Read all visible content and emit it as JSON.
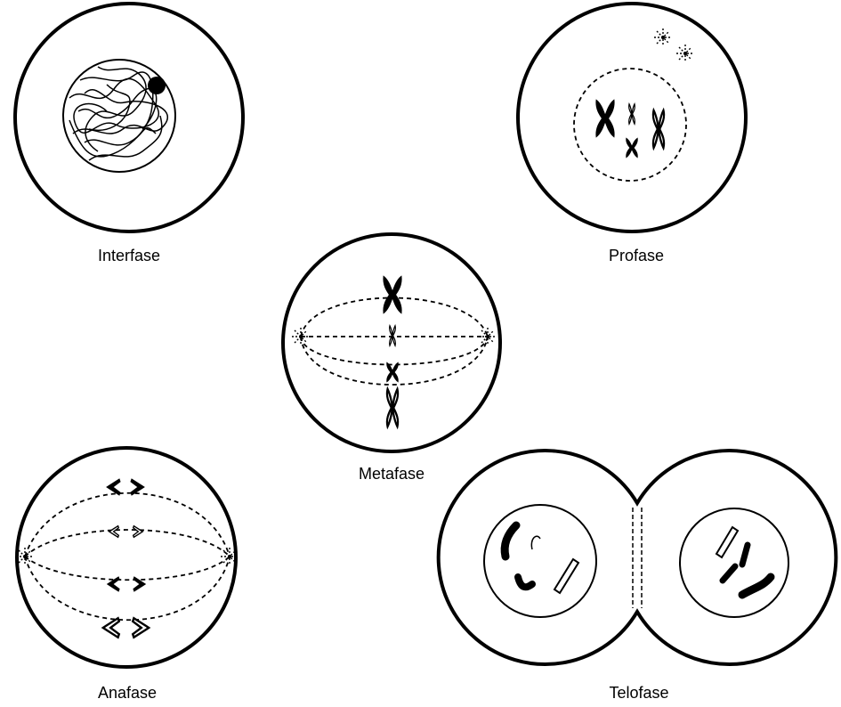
{
  "diagram": {
    "stages": [
      {
        "id": "interfase",
        "label": "Interfase"
      },
      {
        "id": "profase",
        "label": "Profase"
      },
      {
        "id": "metafase",
        "label": "Metafase"
      },
      {
        "id": "anafase",
        "label": "Anafase"
      },
      {
        "id": "telofase",
        "label": "Telofase"
      }
    ]
  }
}
